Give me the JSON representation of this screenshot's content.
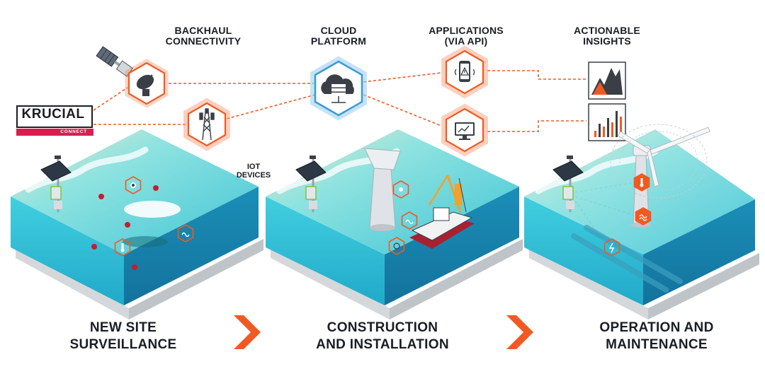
{
  "logo": {
    "name": "KRUCIAL",
    "subtitle": "CONNECT"
  },
  "top_labels": {
    "backhaul": [
      "BACKHAUL",
      "CONNECTIVITY"
    ],
    "cloud": [
      "CLOUD",
      "PLATFORM"
    ],
    "applications": [
      "APPLICATIONS",
      "(VIA API)"
    ],
    "insights": [
      "ACTIONABLE",
      "INSIGHTS"
    ]
  },
  "iot_label": [
    "IOT",
    "DEVICES"
  ],
  "stages": [
    {
      "line1": "NEW SITE",
      "line2": "SURVEILLANCE"
    },
    {
      "line1": "CONSTRUCTION",
      "line2": "AND INSTALLATION"
    },
    {
      "line1": "OPERATION AND",
      "line2": "MAINTENANCE"
    }
  ],
  "colors": {
    "accent_orange": "#f05a22",
    "cloud_blue": "#3c9bd6",
    "dark": "#1a1d23",
    "brand_red": "#d91e4f",
    "water_light": "#7fe0e3",
    "water_deep": "#1b8fb8"
  }
}
